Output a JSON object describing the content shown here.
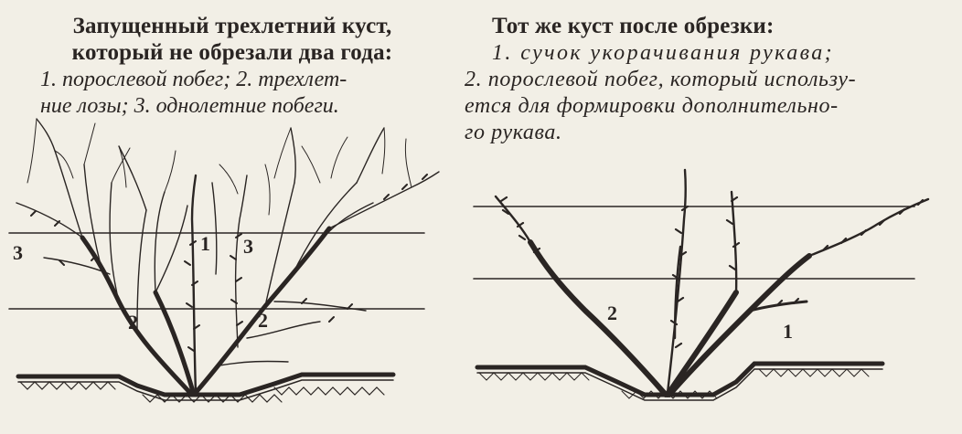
{
  "left_caption": {
    "title_line1": "Запущенный трехлетний куст,",
    "title_line2": "который не обрезали два года:",
    "body_line1": "1. порослевой побег; 2. трехлет-",
    "body_line2": "ние лозы; 3. однолетние побеги."
  },
  "right_caption": {
    "title": "Тот же куст после обрезки:",
    "body_line1": "1. сучок укорачивания рукава;",
    "body_line2": "2. порослевой побег, который использу-",
    "body_line3": "ется для формировки дополнительно-",
    "body_line4": "го рукава."
  },
  "left_figure": {
    "labels": {
      "one": "1",
      "two_a": "2",
      "two_b": "2",
      "three_a": "3",
      "three_b": "3"
    }
  },
  "right_figure": {
    "labels": {
      "one": "1",
      "two": "2"
    }
  },
  "colors": {
    "ink": "#2a2523",
    "paper": "#f2efe6"
  }
}
